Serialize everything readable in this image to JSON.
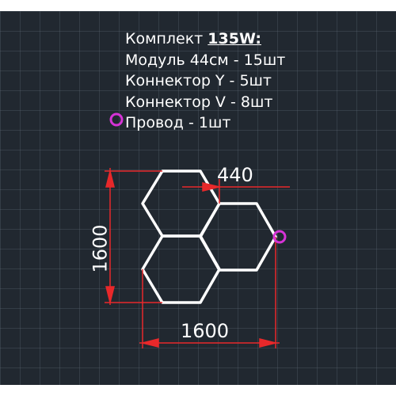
{
  "kit": {
    "title_prefix": "Комплект ",
    "title_power": "135W:",
    "items": [
      "Модуль 44см - 15шт",
      "Коннектор Y - 5шт",
      "Коннектор V - 8шт",
      "Провод - 1шт"
    ]
  },
  "dimensions": {
    "module_width": "440",
    "total_width": "1600",
    "total_height": "1600"
  },
  "colors": {
    "background": "#212830",
    "hex_outline": "#ffffff",
    "dimension_lines": "#e8282a",
    "wire_marker": "#d633d6"
  }
}
